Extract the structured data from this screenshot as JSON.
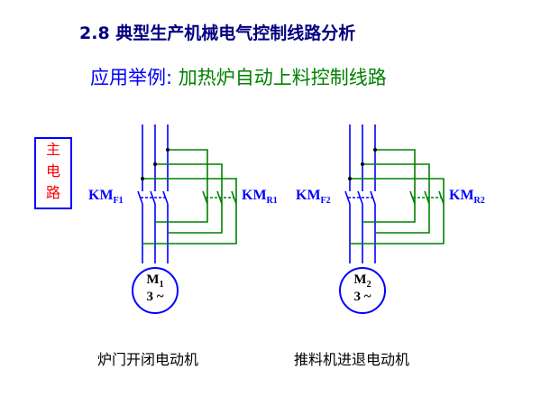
{
  "title": "2.8 典型生产机械电气控制线路分析",
  "subtitle": {
    "head": "应用举例:",
    "body": "加热炉自动上料控制线路"
  },
  "main_circuit_box": [
    "主",
    "电",
    "路"
  ],
  "circuits": [
    {
      "forward_contactor": {
        "base": "KM",
        "sub": "F1"
      },
      "reverse_contactor": {
        "base": "KM",
        "sub": "R1"
      },
      "motor": {
        "base": "M",
        "sub": "1",
        "phase": "3 ~"
      },
      "caption": "炉门开闭电动机"
    },
    {
      "forward_contactor": {
        "base": "KM",
        "sub": "F2"
      },
      "reverse_contactor": {
        "base": "KM",
        "sub": "R2"
      },
      "motor": {
        "base": "M",
        "sub": "2",
        "phase": "3 ~"
      },
      "caption": "推料机进退电动机"
    }
  ],
  "colors": {
    "supply_line": "#0000ff",
    "reversing_line": "#008000",
    "motor_circle": "#0000ff"
  }
}
